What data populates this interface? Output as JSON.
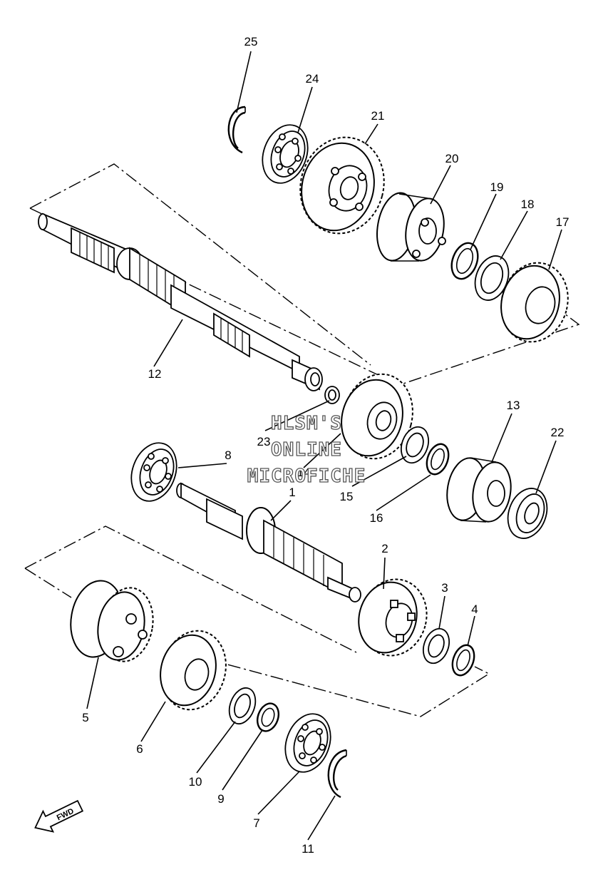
{
  "watermark": {
    "line1": "HLSM'S",
    "line2": "ONLINE",
    "line3": "MICROFICHE"
  },
  "fwd_label": "FWD",
  "callouts": [
    {
      "id": "c1",
      "label": "1"
    },
    {
      "id": "c2",
      "label": "2"
    },
    {
      "id": "c3",
      "label": "3"
    },
    {
      "id": "c4",
      "label": "4"
    },
    {
      "id": "c5",
      "label": "5"
    },
    {
      "id": "c6",
      "label": "6"
    },
    {
      "id": "c7",
      "label": "7"
    },
    {
      "id": "c8",
      "label": "8"
    },
    {
      "id": "c9",
      "label": "9"
    },
    {
      "id": "c10",
      "label": "10"
    },
    {
      "id": "c11",
      "label": "11"
    },
    {
      "id": "c12",
      "label": "12"
    },
    {
      "id": "c13",
      "label": "13"
    },
    {
      "id": "c14",
      "label": "14"
    },
    {
      "id": "c15",
      "label": "15"
    },
    {
      "id": "c16",
      "label": "16"
    },
    {
      "id": "c17",
      "label": "17"
    },
    {
      "id": "c18",
      "label": "18"
    },
    {
      "id": "c19",
      "label": "19"
    },
    {
      "id": "c20",
      "label": "20"
    },
    {
      "id": "c21",
      "label": "21"
    },
    {
      "id": "c22",
      "label": "22"
    },
    {
      "id": "c23",
      "label": "23"
    },
    {
      "id": "c24",
      "label": "24"
    },
    {
      "id": "c25",
      "label": "25"
    }
  ]
}
